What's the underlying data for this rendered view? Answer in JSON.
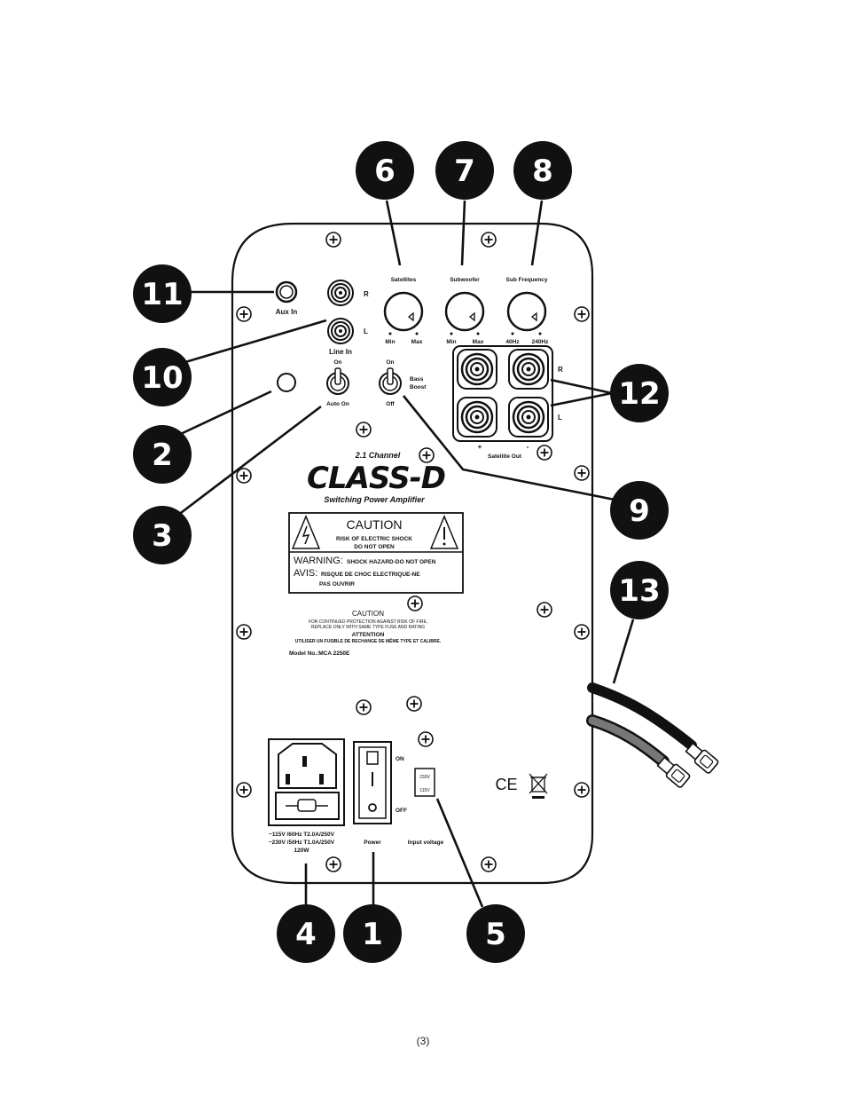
{
  "panel": {
    "satellite_label": "Satellites",
    "subwoofer_label": "Subwoofer",
    "subfreq_label": "Sub Frequency",
    "min": "Min",
    "max": "Max",
    "hz40": "40Hz",
    "hz240": "240Hz",
    "aux_in": "Aux In",
    "line_in": "Line In",
    "r": "R",
    "l": "L",
    "on": "On",
    "off": "Off",
    "auto_on": "Auto On",
    "bass_boost_1": "Bass",
    "bass_boost_2": "Boost",
    "satellite_out": "Satellite Out",
    "plus": "+",
    "minus": "-",
    "brand_top": "2.1 Channel",
    "brand_main": "CLASS-D",
    "brand_sub": "Switching Power Amplifier",
    "caution_title": "CAUTION",
    "caution_line1": "RISK OF ELECTRIC SHOCK",
    "caution_line2": "DO NOT OPEN",
    "warning_label": "WARNING:",
    "warning_text": "SHOCK HAZARD-DO NOT OPEN",
    "avis_label": "AVIS:",
    "avis_text1": "RISQUE DE CHOC ELECTRIQUE-NE",
    "avis_text2": "PAS OUVRIR",
    "fuse_caution": "CAUTION",
    "fuse_line1": "FOR CONTINUED PROTECTION AGAINST RISK OF FIRE,",
    "fuse_line2": "REPLACE ONLY WITH SAME TYPE FUSE AND RATING",
    "attention": "ATTENTION",
    "attention_line": "UTILISER UN FUSIBLE DE RECHANGE DE MÊME TYPE ET CALIBRE.",
    "model": "Model No.:MCA 2250E",
    "power_on": "ON",
    "power_off": "OFF",
    "power": "Power",
    "v230": "230V",
    "v115": "115V",
    "input_voltage": "Input voltage",
    "fuse_spec1": "~115V /60Hz T2.0A/250V",
    "fuse_spec2": "~230V /50Hz T1.0A/250V",
    "fuse_spec3": "120W",
    "ce": "CE"
  },
  "callouts": [
    "1",
    "2",
    "3",
    "4",
    "5",
    "6",
    "7",
    "8",
    "9",
    "10",
    "11",
    "12",
    "13"
  ],
  "page_number": "(3)"
}
